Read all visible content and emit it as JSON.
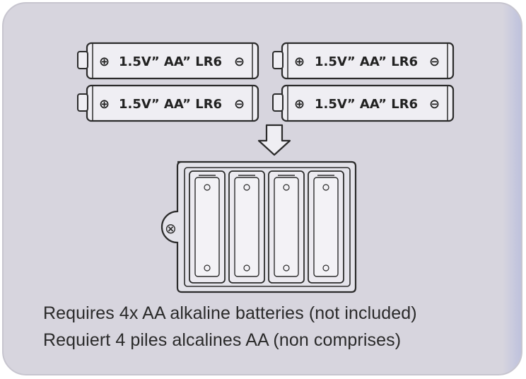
{
  "batteries": [
    {
      "label": "1.5V”  AA”  LR6",
      "positive": "⊕",
      "negative": "⊖"
    },
    {
      "label": "1.5V”  AA”  LR6",
      "positive": "⊕",
      "negative": "⊖"
    },
    {
      "label": "1.5V”  AA”  LR6",
      "positive": "⊕",
      "negative": "⊖"
    },
    {
      "label": "1.5V”  AA”  LR6",
      "positive": "⊕",
      "negative": "⊖"
    }
  ],
  "compartment": {
    "screw_symbol": "⊗",
    "slot_count": 4
  },
  "caption": {
    "english": "Requires 4x AA alkaline batteries (not included)",
    "french": "Requiert 4 piles alcalines AA (non comprises)"
  },
  "colors": {
    "background": "#d7d5de",
    "line": "#2b2b2b"
  }
}
